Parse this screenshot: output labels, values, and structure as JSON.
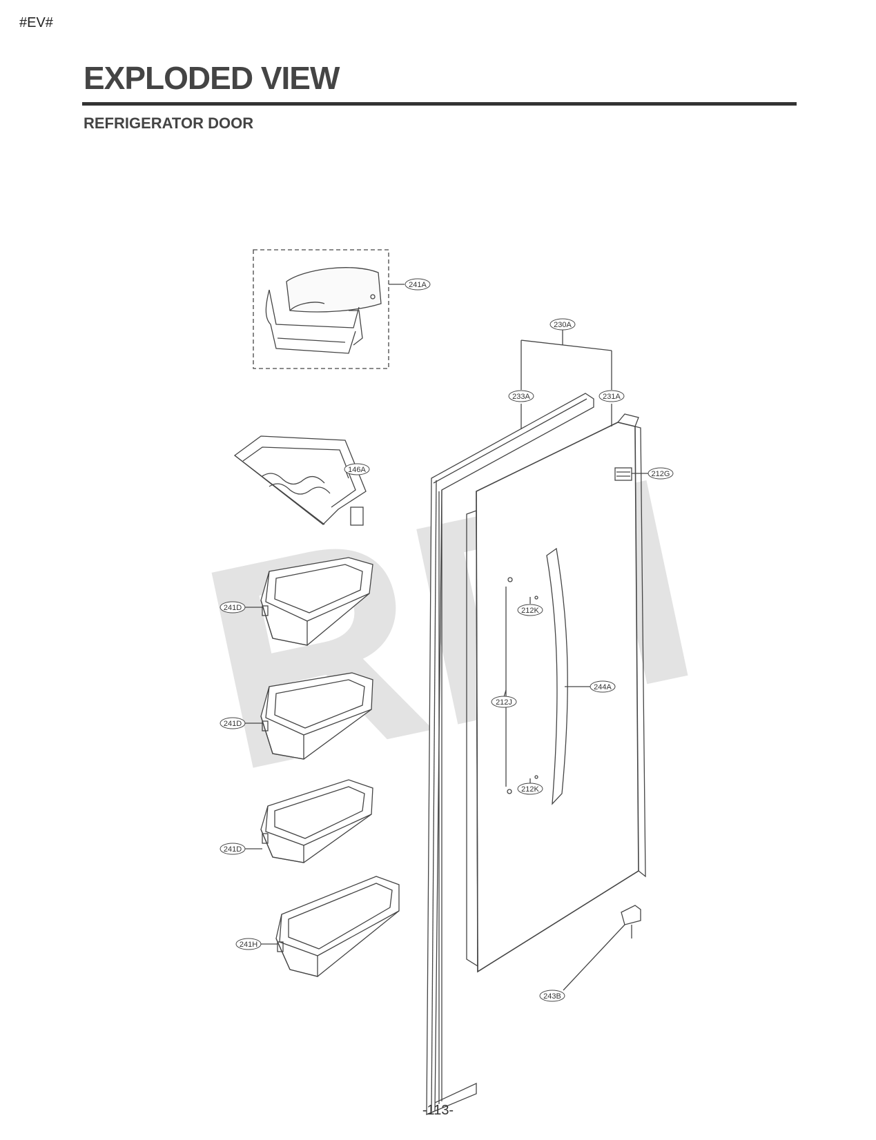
{
  "header": {
    "tag": "#EV#",
    "title": "EXPLODED VIEW",
    "subtitle": "REFRIGERATOR DOOR"
  },
  "watermark": "RPI",
  "callouts": {
    "c241A": "241A",
    "c230A": "230A",
    "c233A": "233A",
    "c231A": "231A",
    "c146A": "146A",
    "c212G": "212G",
    "c241D_1": "241D",
    "c212K_1": "212K",
    "c244A": "244A",
    "c212J": "212J",
    "c241D_2": "241D",
    "c212K_2": "212K",
    "c241D_3": "241D",
    "c241H": "241H",
    "c243B": "243B"
  },
  "footer": {
    "page_number": "-113-"
  },
  "colors": {
    "line": "#444444",
    "watermark": "#e3e3e3",
    "rule": "#333333"
  }
}
